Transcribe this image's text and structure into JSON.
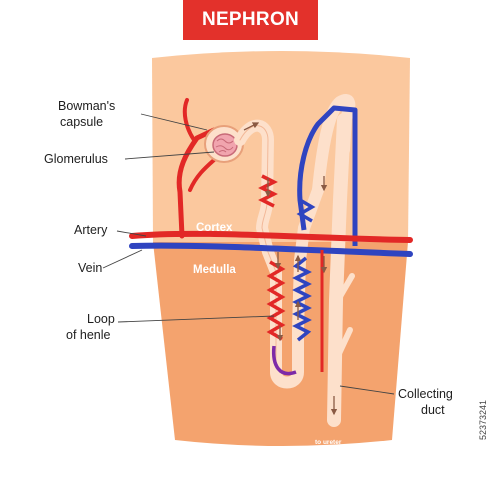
{
  "title": "NEPHRON",
  "labels": {
    "bowmans_capsule_line1": "Bowman's",
    "bowmans_capsule_line2": "capsule",
    "glomerulus": "Glomerulus",
    "artery": "Artery",
    "vein": "Vein",
    "loop_line1": "Loop",
    "loop_line2": "of henle",
    "collecting_line1": "Collecting",
    "collecting_line2": "duct"
  },
  "zones": {
    "cortex": "Cortex",
    "medulla": "Medulla"
  },
  "to_ureter": "to ureter",
  "stock_id": "52373241",
  "colors": {
    "title_bar": "#e3312b",
    "cortex": "#fbc89e",
    "medulla": "#f4a36e",
    "artery": "#e22826",
    "vein": "#2f44c0",
    "tubule": "#fde0cb",
    "arrow": "#8a5a44"
  }
}
